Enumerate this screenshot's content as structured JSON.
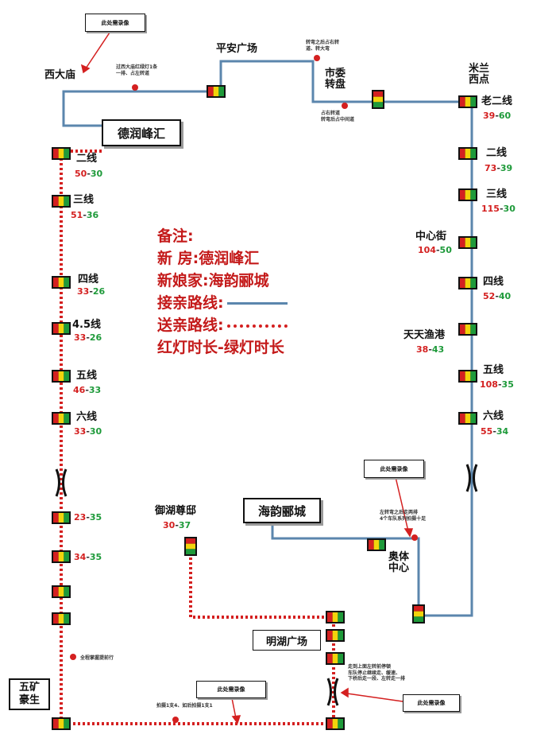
{
  "places": {
    "xidamiao": "西大庙",
    "pingan": "平安广场",
    "shiwei": "市委\n转盘",
    "milan": "米兰\n西点",
    "derun": "德润峰汇",
    "yuhu": "御湖尊邸",
    "haiyun": "海韵郦城",
    "aoti": "奥体\n中心",
    "minghu": "明湖广场",
    "wukuang": "五矿\n豪生"
  },
  "left_column": [
    {
      "name": "二线",
      "red": "50",
      "green": "30"
    },
    {
      "name": "三线",
      "red": "51",
      "green": "36"
    },
    {
      "name": "四线",
      "red": "33",
      "green": "26"
    },
    {
      "name": "4.5线",
      "red": "33",
      "green": "26"
    },
    {
      "name": "五线",
      "red": "46",
      "green": "33"
    },
    {
      "name": "六线",
      "red": "33",
      "green": "30"
    },
    {
      "name": "",
      "red": "23",
      "green": "35"
    },
    {
      "name": "",
      "red": "34",
      "green": "35"
    }
  ],
  "right_column": [
    {
      "name": "老二线",
      "red": "39",
      "green": "60"
    },
    {
      "name": "二线",
      "red": "73",
      "green": "39"
    },
    {
      "name": "三线",
      "red": "115",
      "green": "30"
    },
    {
      "name": "中心街",
      "red": "104",
      "green": "50"
    },
    {
      "name": "四线",
      "red": "52",
      "green": "40"
    },
    {
      "name": "天天渔港",
      "red": "38",
      "green": "43"
    },
    {
      "name": "五线",
      "red": "108",
      "green": "35"
    },
    {
      "name": "六线",
      "red": "55",
      "green": "34"
    }
  ],
  "yuhu_time": {
    "red": "30",
    "green": "37"
  },
  "video_label": "此处需录像",
  "small_notes": {
    "n1": "过西大庙红绿灯1条\n一排、占左转道",
    "n2": "转弯之后占右转\n道、转大弯",
    "n3": "占右转道\n转弯后占中间道",
    "n4": "左转弯之后走两排\n4个车队系列拍摄十足",
    "n5": "全程掌握提前行",
    "n6": "拍摄1支4、如后拍摄1支1",
    "n7": "走到上面左转前停顿\n车队停止继续走、缓速、\n下桥后走一段、左转走一排"
  },
  "legend": {
    "title": "备注:",
    "groom_home": "新 房:德润峰汇",
    "bride_home": "新娘家:海韵郦城",
    "pickup_route": "接亲路线:",
    "send_route": "送亲路线:",
    "timing": "红灯时长-绿灯时长"
  },
  "colors": {
    "pickup_route": "#5b86ad",
    "send_route": "#d42020",
    "red_time": "#d42020",
    "green_time": "#1e9a3a"
  }
}
